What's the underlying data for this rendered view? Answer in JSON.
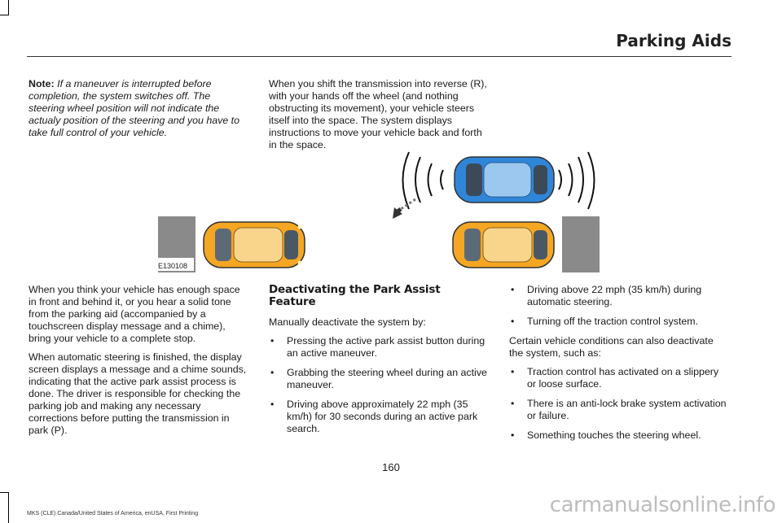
{
  "header": {
    "title": "Parking Aids"
  },
  "note": {
    "label": "Note:",
    "text": "If a maneuver is interrupted before completion, the system switches off. The steering wheel position will not indicate the actualy position of the steering and you have to take full control of your vehicle."
  },
  "col2_top": "When you shift the transmission into reverse (R), with your hands off the wheel (and nothing obstructing its movement), your vehicle steers itself into the space. The system displays instructions to move your vehicle back and forth in the space.",
  "figure": {
    "id_label": "E130108"
  },
  "col1_bottom": [
    "When you think your vehicle has enough space in front and behind it, or you hear a solid tone from the parking aid (accompanied by a touchscreen display message and a chime), bring your vehicle to a complete stop.",
    "When automatic steering is finished, the display screen displays a message and a chime sounds, indicating that the active park assist process is done. The driver is responsible for checking the parking job and making any necessary corrections before putting the transmission in park (P)."
  ],
  "section": {
    "heading": "Deactivating the Park Assist Feature",
    "intro": "Manually deactivate the system by:",
    "bullets": [
      "Pressing the active park assist button during an active maneuver.",
      "Grabbing the steering wheel during an active maneuver.",
      "Driving above approximately 22 mph (35 km/h) for 30 seconds during an active park search."
    ]
  },
  "col3": {
    "bullets_top": [
      "Driving above 22 mph (35 km/h) during automatic steering.",
      "Turning off the traction control system."
    ],
    "paragraph": "Certain vehicle conditions can also deactivate the system, such as:",
    "bullets_bottom": [
      "Traction control has activated on a slippery or loose surface.",
      "There is an anti-lock brake system activation or failure.",
      "Something touches the steering wheel."
    ]
  },
  "bullet_glyph": "•",
  "page_number": "160",
  "footer": "MKS (CLE) Canada/United States of America, enUSA, First Printing",
  "watermark": "carmanualsonline.info",
  "colors": {
    "orange_car": "#f5a623",
    "blue_car": "#2f86d8",
    "curb": "#8a8a8a"
  }
}
